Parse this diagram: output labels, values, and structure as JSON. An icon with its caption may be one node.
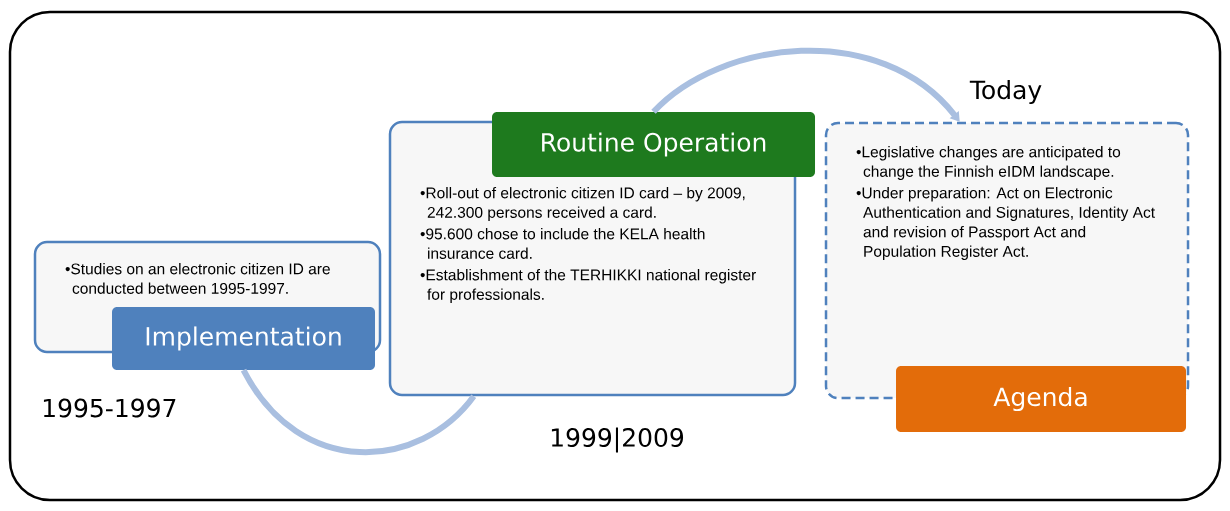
{
  "diagram": {
    "nodes": [
      {
        "text": [
          "•Studies on an electronic citizen ID are conducted between 1995-1997."
        ],
        "beside": [
          "1995-1997"
        ]
      },
      {
        "text": [
          "Implementation"
        ]
      },
      {
        "text": [
          "•Roll-out of electronic citizen ID card – by 2009, 242.300 persons received a card.",
          "•95.600 chose to include the KELA health insurance card.",
          "•Establishment of the TERHIKKI national register for professionals."
        ],
        "beside": [
          "1999|2009"
        ]
      },
      {
        "text": [
          "Routine Operation"
        ]
      },
      {
        "text": [
          "•Legislative changes are anticipated to change the Finnish eIDM landscape.",
          "•Under preparation: Act on Electronic Authentication and Signatures, Identity Act and revision of Passport Act and Population Register Act."
        ],
        "beside": [
          "Today"
        ]
      },
      {
        "text": [
          "Agenda"
        ]
      }
    ],
    "edges": [
      {
        "from": 1,
        "to": 2,
        "arrow": "none"
      },
      {
        "from": 3,
        "to": 4,
        "arrow": "to"
      }
    ]
  }
}
